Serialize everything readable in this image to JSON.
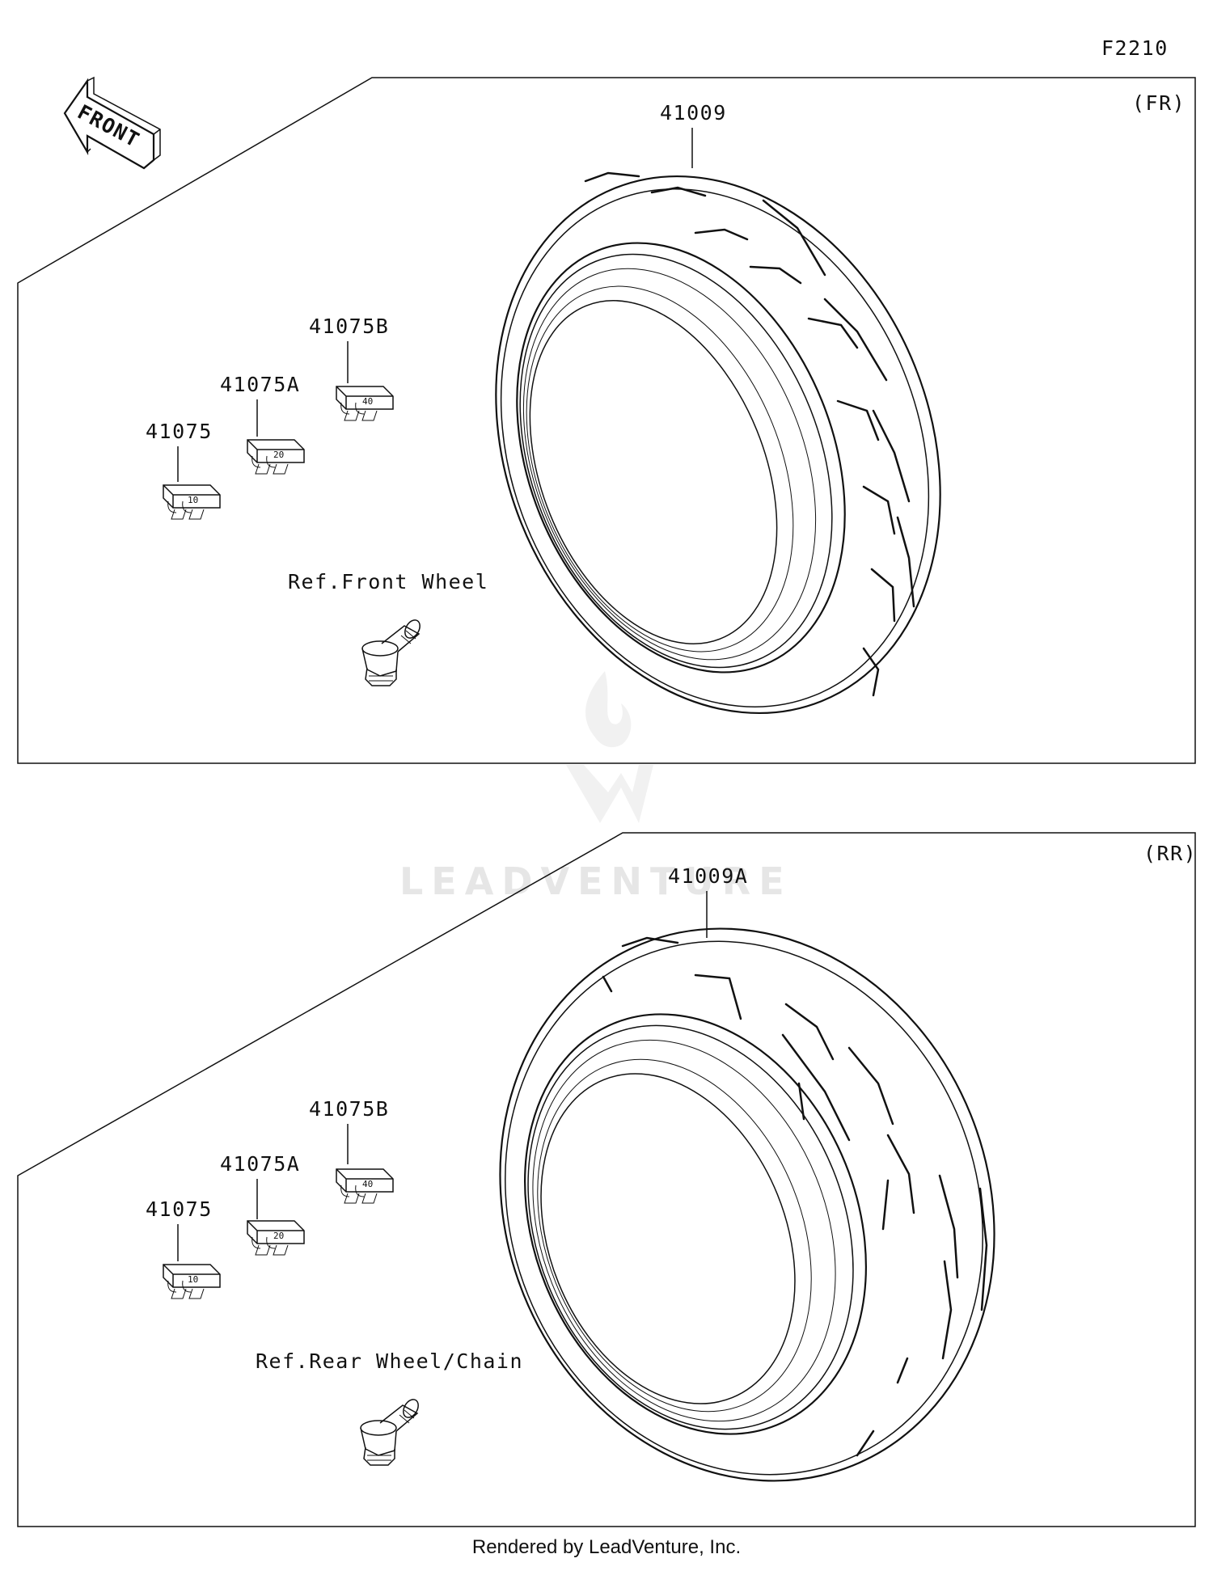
{
  "figure_code": "F2210",
  "front_arrow_label": "FRONT",
  "watermark": "LEADVENTURE",
  "footer": "Rendered by LeadVenture, Inc.",
  "panels": {
    "front": {
      "section_label": "(FR)",
      "tire_part": "41009",
      "weights": [
        "41075",
        "41075A",
        "41075B"
      ],
      "weight_marks": [
        "10",
        "20",
        "40"
      ],
      "valve_ref": "Ref.Front Wheel"
    },
    "rear": {
      "section_label": "(RR)",
      "tire_part": "41009A",
      "weights": [
        "41075",
        "41075A",
        "41075B"
      ],
      "weight_marks": [
        "10",
        "20",
        "40"
      ],
      "valve_ref": "Ref.Rear Wheel/Chain"
    }
  }
}
